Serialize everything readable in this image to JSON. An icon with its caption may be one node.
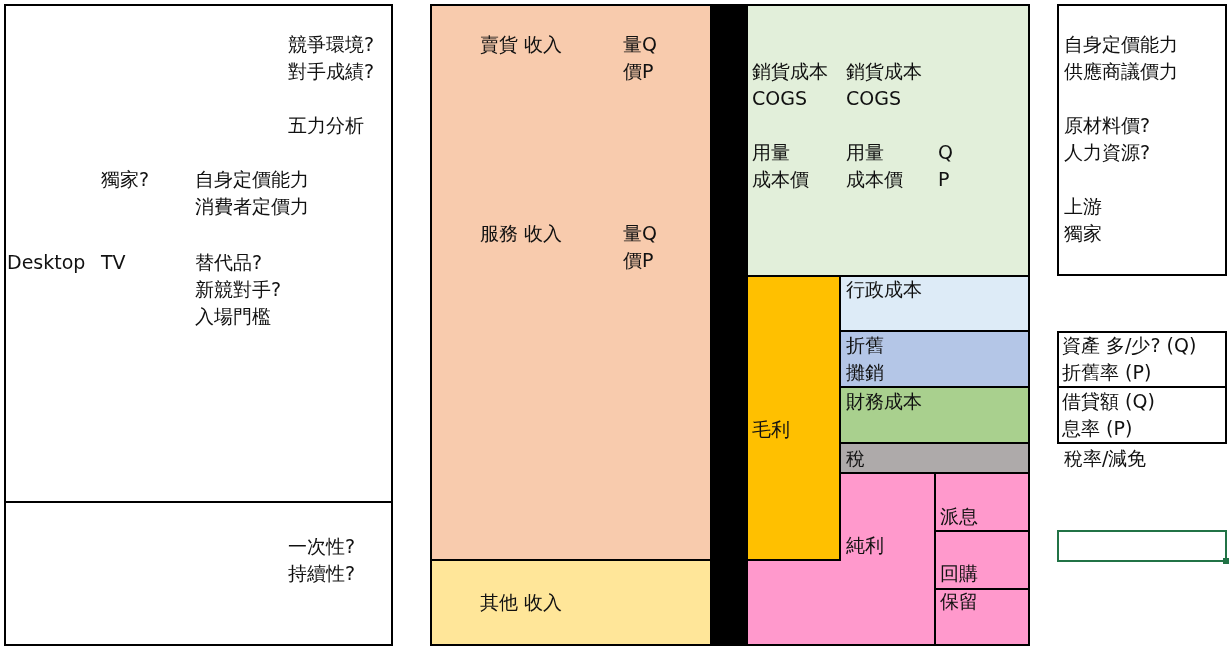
{
  "diagram": {
    "nodes": [
      {
        "text": [
          "競爭環境?",
          "對手成績?",
          "五力分析",
          "獨家?",
          "自身定價能力",
          "消費者定價力",
          "Desktop",
          "TV",
          "替代品?",
          "新競對手?",
          "入場門檻"
        ]
      },
      {
        "text": [
          "一次性?",
          "持續性?"
        ]
      },
      {
        "text": [
          "賣貨 收入",
          "量Q",
          "價P",
          "服務 收入",
          "量Q",
          "價P"
        ]
      },
      {
        "text": [
          "其他 收入"
        ]
      },
      {
        "text": [],
        "shape": "bar"
      },
      {
        "text": [
          "銷貨成本",
          "銷貨成本",
          "COGS",
          "COGS",
          "用量",
          "用量",
          "Q",
          "成本價",
          "成本價",
          "P"
        ]
      },
      {
        "text": [
          "毛利"
        ]
      },
      {
        "text": [
          "行政成本"
        ]
      },
      {
        "text": [
          "折舊",
          "攤銷"
        ]
      },
      {
        "text": [
          "財務成本"
        ]
      },
      {
        "text": [
          "稅"
        ]
      },
      {
        "text": [
          "純利"
        ]
      },
      {
        "text": [
          "派息"
        ]
      },
      {
        "text": [
          "回購"
        ]
      },
      {
        "text": [
          "保留"
        ]
      },
      {
        "text": [
          "自身定價能力",
          "供應商議價力",
          "原材料價?",
          "人力資源?",
          "上游",
          "獨家"
        ]
      },
      {
        "text": [
          "資產 多/少? (Q)",
          "折舊率 (P)"
        ]
      },
      {
        "text": [
          "借貸額 (Q)",
          "息率 (P)"
        ]
      }
    ],
    "labels": [
      "稅率/減免"
    ]
  }
}
